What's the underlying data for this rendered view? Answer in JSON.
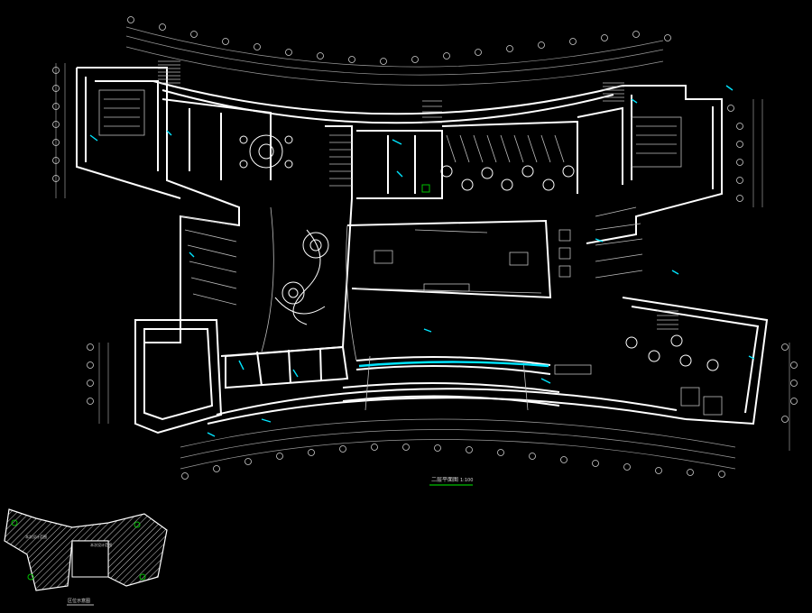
{
  "drawing": {
    "main_title": "二层平面图",
    "main_scale": "1:100",
    "key_plan_title": "区位示意图",
    "key_plan_zone_left": "本次设计范围",
    "key_plan_zone_right": "本次设计范围"
  },
  "colors": {
    "background": "#000000",
    "walls": "#ffffff",
    "fine_lines": "#bdbdbd",
    "annotation": "#00e5ff",
    "title_underline": "#00c000",
    "hatch": "#cfcfcf",
    "marker": "#00c000"
  }
}
